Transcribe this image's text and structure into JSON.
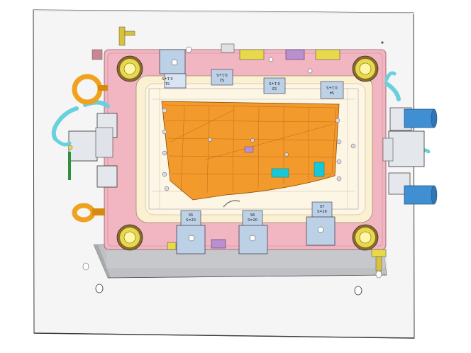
{
  "viewer": {
    "background": "#ffffff",
    "model": "injection-mold-assembly-iso-view"
  },
  "colors": {
    "base_plate": "#f4f5f4",
    "base_plate_edge": "#3a3a3a",
    "plate_side": "#cfcfd2",
    "mold_pink": "#f2b6c2",
    "mold_pink_dark": "#c98592",
    "insert_cream": "#fbf0d2",
    "part_orange": "#f39a2c",
    "part_orange_dark": "#c96a12",
    "lifter_blue": "#bcd0e6",
    "guide_yellow": "#e8d94a",
    "eyebolt_orange": "#f0a21e",
    "hose_cyan": "#69d0de",
    "cylinder_blue": "#3f8fd2",
    "slot_cyan": "#18c7d8",
    "accent_purple": "#b98fcf",
    "accent_green": "#2e8f3c"
  },
  "slide_labels": {
    "top": [
      {
        "line1": "S1",
        "line2": "0.1+S"
      },
      {
        "line1": "S2",
        "line2": "0.1+S"
      },
      {
        "line1": "S3",
        "line2": "0.1+S"
      },
      {
        "line1": "S4",
        "line2": "0.1+S"
      }
    ],
    "bottom": [
      {
        "line1": "S5",
        "line2": "S=20"
      },
      {
        "line1": "S6",
        "line2": "S=20"
      },
      {
        "line1": "S7",
        "line2": "S=20"
      }
    ]
  },
  "icons": {
    "eyebolt": "eyebolt-icon",
    "guide_bushing": "guide-bushing-icon",
    "hydraulic_cylinder": "hydraulic-cylinder-icon",
    "mounting_hole": "mounting-hole-icon"
  }
}
